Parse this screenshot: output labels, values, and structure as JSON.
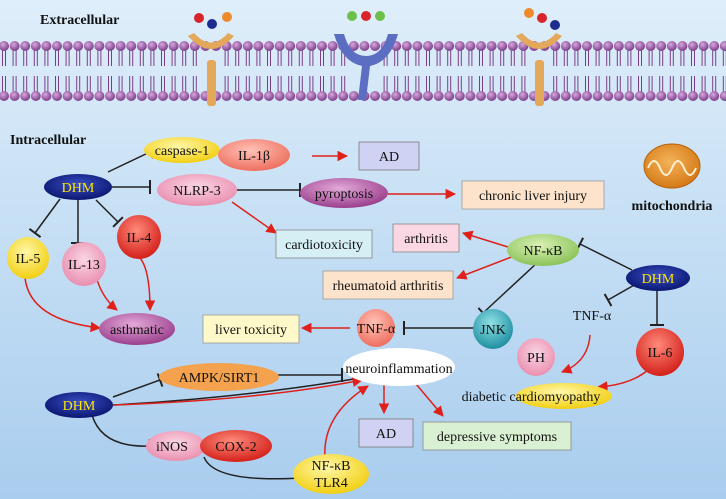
{
  "regions": {
    "extracellular": "Extracellular",
    "intracellular": "Intracellular"
  },
  "nodes": {
    "dhm_top": "DHM",
    "dhm_right": "DHM",
    "dhm_bottom": "DHM",
    "caspase1": "caspase-1",
    "il1b": "IL-1β",
    "ad_top": "AD",
    "nlrp3": "NLRP-3",
    "pyroptosis": "pyroptosis",
    "chronic_liver_injury": "chronic liver injury",
    "mitochondria": "mitochondria",
    "il5": "IL-5",
    "il13": "IL-13",
    "il4": "IL-4",
    "asthmatic": "asthmatic",
    "cardiotoxicity": "cardiotoxicity",
    "arthritis": "arthritis",
    "nfkb_mid": "NF-κB",
    "rheumatoid_arthritis": "rheumatoid arthritis",
    "liver_toxicity": "liver toxicity",
    "tnfa_mid": "TNF-α",
    "jnk": "JNK",
    "tnfa_right": "TNF-α",
    "ph": "PH",
    "il6": "IL-6",
    "diabetic_cardiomyopathy": "diabetic cardiomyopathy",
    "ampk_sirt1": "AMPK/SIRT1",
    "neuroinflammation": "neuroinflammation",
    "ad_bottom": "AD",
    "depressive_symptoms": "depressive symptoms",
    "inos": "iNOS",
    "cox2": "COX-2",
    "nfkb_tlr4_line1": "NF-κB",
    "nfkb_tlr4_line2": "TLR4"
  },
  "colors": {
    "activation_arrow": "#e0201b",
    "inhibition_line": "#222222",
    "dhm_fill": "#0d1f8a",
    "membrane_head": "#9b5fa8"
  }
}
